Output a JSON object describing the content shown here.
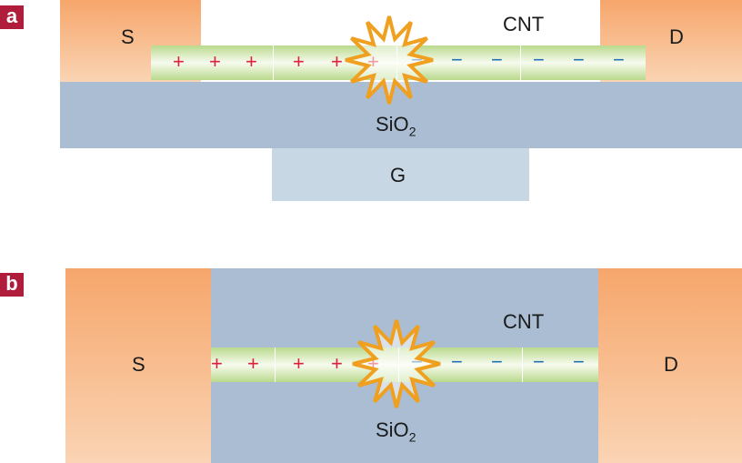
{
  "panel_a": {
    "tag": "a",
    "source_label": "S",
    "drain_label": "D",
    "gate_label": "G",
    "cnt_label": "CNT",
    "oxide_label": "SiO",
    "oxide_sub": "2",
    "plus_signs": [
      "+",
      "+",
      "+",
      "+",
      "+",
      "+"
    ],
    "minus_signs": [
      "−",
      "−",
      "−",
      "−",
      "−",
      "−"
    ]
  },
  "panel_b": {
    "tag": "b",
    "source_label": "S",
    "drain_label": "D",
    "cnt_label": "CNT",
    "oxide_label": "SiO",
    "oxide_sub": "2",
    "plus_signs": [
      "+",
      "+",
      "+",
      "+",
      "+"
    ],
    "minus_signs": [
      "−",
      "−",
      "−",
      "−",
      "−"
    ]
  },
  "colors": {
    "plus": "#e0203a",
    "minus": "#1f6fb5",
    "star": "#f0a020",
    "tag": "#b01c3c"
  }
}
